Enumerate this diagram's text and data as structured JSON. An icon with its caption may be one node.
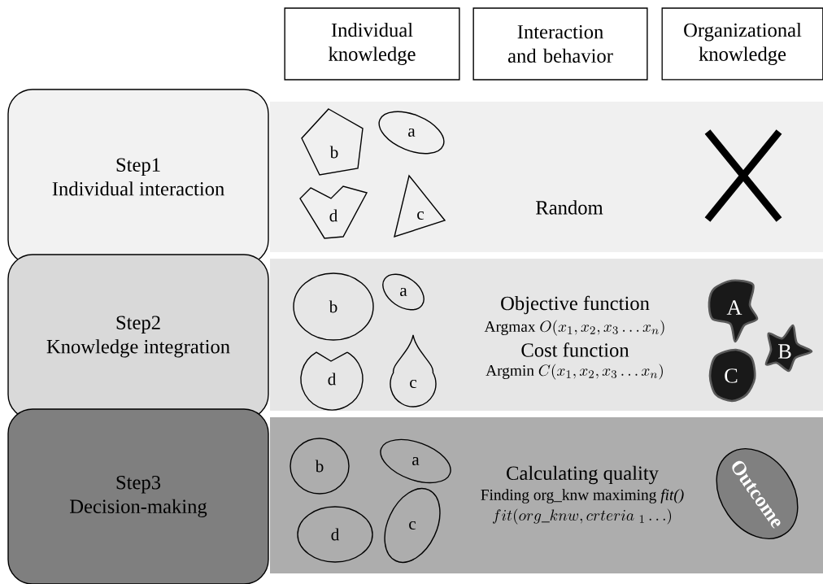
{
  "diagram": {
    "nodes": [
      {
        "text": [
          "Individual knowledge"
        ]
      },
      {
        "text": [
          "Interaction and behavior"
        ]
      },
      {
        "text": [
          "Organizational knowledge"
        ]
      },
      {
        "text": [
          "Step1",
          "Individual interaction"
        ]
      },
      {
        "text": [],
        "shape": "band"
      },
      {
        "text": [
          "b"
        ],
        "in": 4
      },
      {
        "text": [
          "a"
        ],
        "in": 4
      },
      {
        "text": [
          "d"
        ],
        "in": 4
      },
      {
        "text": [
          "c"
        ],
        "in": 4
      },
      {
        "text": [
          "Step2",
          "Knowledge integration"
        ]
      },
      {
        "text": [],
        "shape": "band"
      },
      {
        "text": [
          "b"
        ],
        "in": 10
      },
      {
        "text": [
          "a"
        ],
        "in": 10
      },
      {
        "text": [
          "d"
        ],
        "in": 10
      },
      {
        "text": [
          "c"
        ],
        "in": 10
      },
      {
        "text": [
          "A"
        ],
        "in": 10
      },
      {
        "text": [
          "B"
        ],
        "in": 10
      },
      {
        "text": [
          "C"
        ],
        "in": 10
      },
      {
        "text": [
          "Step3",
          "Decision-making"
        ]
      },
      {
        "text": [],
        "shape": "band"
      },
      {
        "text": [
          "b"
        ],
        "in": 19
      },
      {
        "text": [
          "a"
        ],
        "in": 19
      },
      {
        "text": [
          "d"
        ],
        "in": 19
      },
      {
        "text": [
          "c"
        ],
        "in": 19
      },
      {
        "text": [
          "Outcome"
        ],
        "in": 19
      }
    ],
    "labels": [
      "Random",
      "Objective function",
      "Argmax",
      "O(x_{1}, x_{2}, x_{3}\\ldots x_{n})",
      "Cost function",
      "Argmin",
      "C(x_{1}, x_{2}, x_{3}\\ldots x_{n})",
      "Calculating quality",
      "Finding org_knw maximing *fit()*",
      "fit(org\\_knw, crteria\\;_{1} \\ldots)"
    ]
  }
}
